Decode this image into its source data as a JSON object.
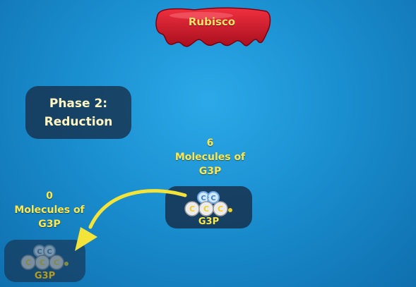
{
  "rubisco": {
    "label": "Rubisco",
    "color": "#d4172b"
  },
  "phase": {
    "line1": "Phase 2:",
    "line2": "Reduction"
  },
  "source": {
    "count": "6",
    "line2": "Molecules of",
    "line3": "G3P",
    "box_label": "G3P"
  },
  "target": {
    "count": "0",
    "line2": "Molecules of",
    "line3": "G3P",
    "box_label": "G3P"
  },
  "colors": {
    "text_yellow": "#ffe74a",
    "arrow": "#f4e43a",
    "panel": "#162d48"
  }
}
